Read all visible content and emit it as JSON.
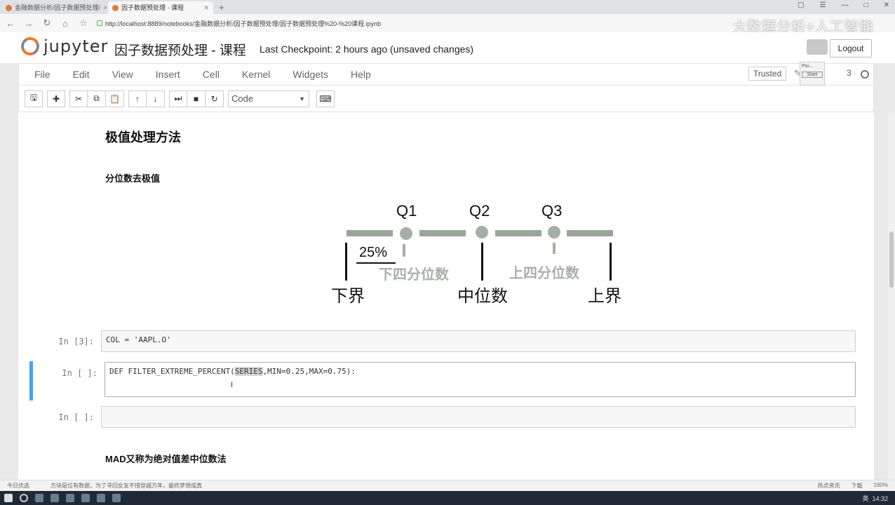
{
  "browser": {
    "tabs": [
      {
        "label": "金融数据分析/因子数据预处理/"
      },
      {
        "label": "因子数据预处理 - 课程"
      }
    ],
    "new_tab": "+",
    "url": "http://localhost:8889/notebooks/金融数据分析/因子数据预处理/因子数据预处理%20-%20课程.ipynb",
    "watermark": "大数据分析+人工智能"
  },
  "header": {
    "logo_text": "jupyter",
    "notebook_title": "因子数据预处理 - 课程",
    "checkpoint": "Last Checkpoint: 2 hours ago (unsaved changes)",
    "logout": "Logout",
    "popup_label": "Poi...",
    "popup_button": "Start"
  },
  "menubar": {
    "items": [
      "File",
      "Edit",
      "View",
      "Insert",
      "Cell",
      "Kernel",
      "Widgets",
      "Help"
    ],
    "trusted": "Trusted",
    "kernel_short": "P",
    "kernel_suffix": "3"
  },
  "toolbar": {
    "cell_type": "Code"
  },
  "notebook": {
    "heading": "极值处理方法",
    "subheading": "分位数去极值",
    "diagram": {
      "q1": "Q1",
      "q2": "Q2",
      "q3": "Q3",
      "percent": "25%",
      "lower_quartile": "下四分位数",
      "upper_quartile": "上四分位数",
      "lower_bound": "下界",
      "median": "中位数",
      "upper_bound": "上界"
    },
    "cells": [
      {
        "prompt": "In [3]:",
        "code": "COL = 'AAPL.O'"
      },
      {
        "prompt": "In [ ]:",
        "code_pre": "DEF FILTER_EXTREME_PERCENT(",
        "code_hl": "SERIES",
        "code_post": ",MIN=0.25,MAX=0.75):"
      },
      {
        "prompt": "In [ ]:",
        "code": ""
      }
    ],
    "next_heading": "MAD又称为绝对值差中位数法"
  },
  "status": {
    "left": "今日优选",
    "news": "方块是位有数据，为了寻回女友不惜穿越万年，最终梦想成真",
    "hot": "热点资讯",
    "download": "下载",
    "zoom": "160%"
  },
  "taskbar": {
    "time": "14:32",
    "lang": "英"
  }
}
